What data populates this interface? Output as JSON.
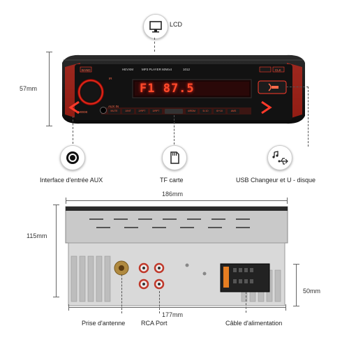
{
  "features": {
    "lcd": "LCD",
    "aux": "Interface d'entrée AUX",
    "tf": "TF carte",
    "usb": "USB Changeur et U - disque"
  },
  "dimensions": {
    "height_front": "57mm",
    "width_top": "186mm",
    "depth": "115mm",
    "height_back": "50mm",
    "width_back": "177mm"
  },
  "rear_labels": {
    "antenna": "Prise d'antenne",
    "rca": "RCA Port",
    "power": "Câble d'alimentation"
  },
  "faceplate": {
    "brand": "HEVXM",
    "model": "MP3 PLAYER 60Wx4",
    "number": "1012",
    "display": "F1 87.5",
    "aux_in": "AUX IN",
    "mode": "MODE",
    "buttons": [
      "MUTE",
      "1/INT",
      "2/RPT",
      "3/RPT",
      "",
      "4/RDM",
      "5/-10",
      "6/+10",
      "AMS"
    ],
    "ir": "IR",
    "band": "BAND",
    "clk": "CLK"
  },
  "colors": {
    "glow": "#ff2a1a",
    "display": "#ff4a2a",
    "chassis": "#d4d4d4"
  }
}
